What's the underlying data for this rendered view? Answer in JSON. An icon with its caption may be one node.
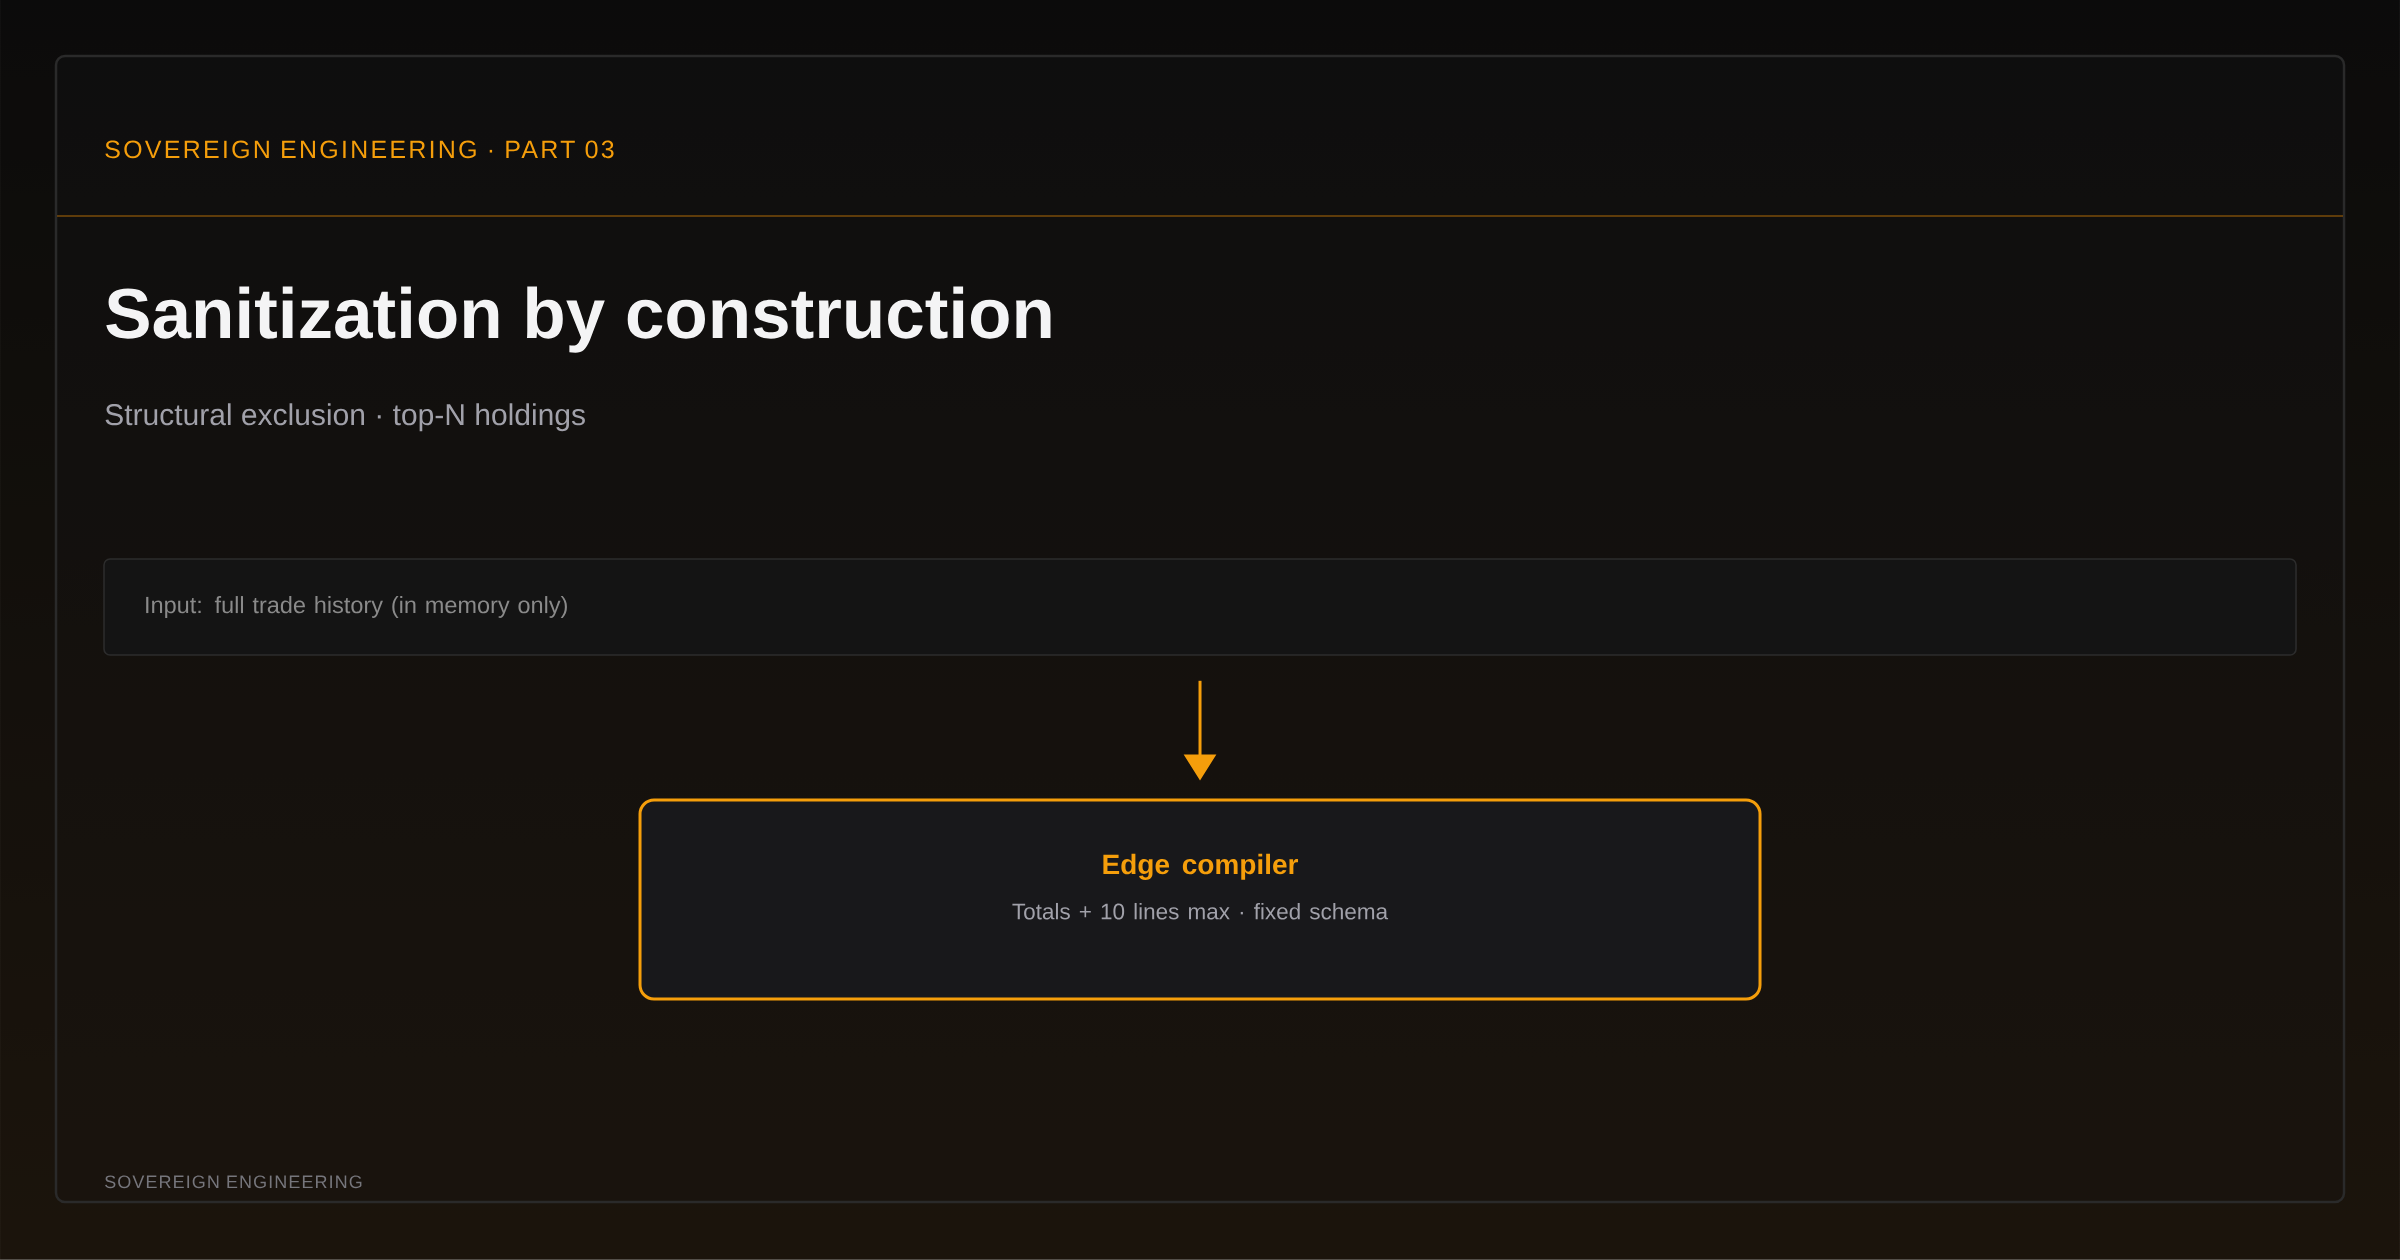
{
  "diagram": {
    "title": "Sanitization by construction",
    "nodes": [
      {
        "text": [
          "Input: full trade history (in memory only)"
        ]
      },
      {
        "text": [
          "Edge compiler",
          "Totals + 10 lines max · fixed schema"
        ]
      }
    ],
    "edges": [
      {
        "from": 0,
        "to": 1,
        "arrow": "to"
      }
    ],
    "labels": [
      "SOVEREIGN ENGINEERING · PART 03",
      "Structural exclusion · top-N holdings",
      "SOVEREIGN ENGINEERING"
    ]
  }
}
